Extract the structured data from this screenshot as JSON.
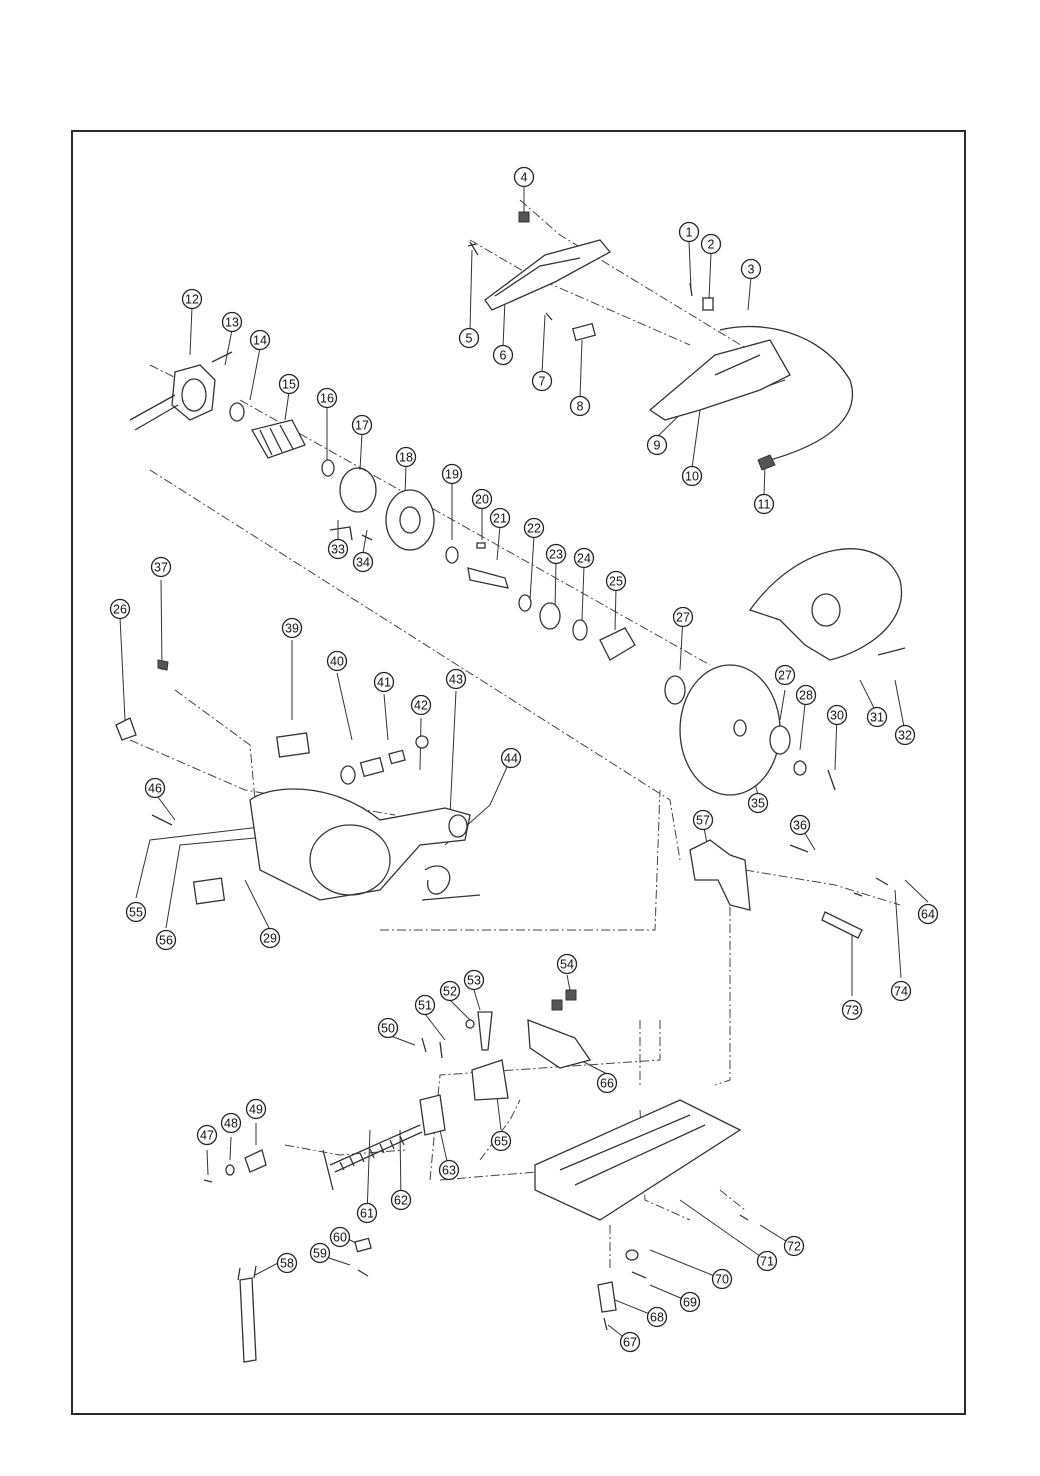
{
  "diagram": {
    "callout_ids": [
      "1",
      "2",
      "3",
      "4",
      "5",
      "6",
      "7",
      "8",
      "9",
      "10",
      "11",
      "12",
      "13",
      "14",
      "15",
      "16",
      "17",
      "18",
      "19",
      "20",
      "21",
      "22",
      "23",
      "24",
      "25",
      "26",
      "27",
      "27",
      "28",
      "29",
      "30",
      "31",
      "32",
      "33",
      "34",
      "35",
      "36",
      "37",
      "39",
      "40",
      "41",
      "42",
      "43",
      "44",
      "46",
      "47",
      "48",
      "49",
      "50",
      "51",
      "52",
      "53",
      "54",
      "55",
      "56",
      "57",
      "58",
      "59",
      "60",
      "61",
      "62",
      "63",
      "64",
      "65",
      "66",
      "67",
      "68",
      "69",
      "70",
      "71",
      "72",
      "73",
      "74"
    ]
  }
}
